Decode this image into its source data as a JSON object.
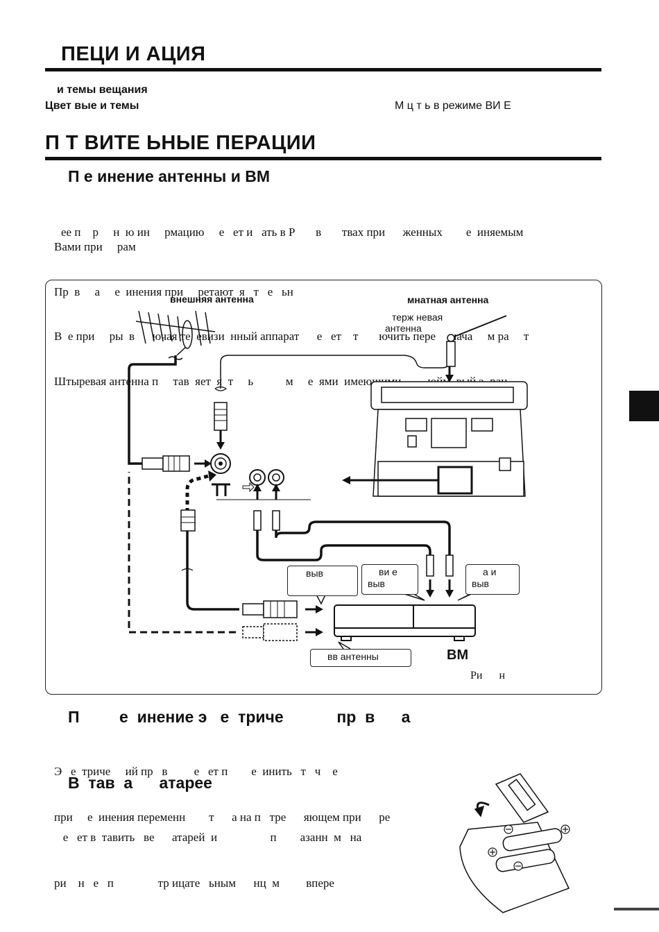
{
  "spec": {
    "title": "ПЕЦИ   И  АЦИЯ",
    "systems_label": "и  темы вещания",
    "color_systems_label": "Цвет  вые   и  темы",
    "mono_note": "М  ц   т     ь     в режиме ВИ   Е"
  },
  "prep": {
    "title": "П           Т   ВИТЕ   ЬНЫЕ     ПЕРАЦИИ",
    "antenna_title": "П         е  инение антенны и ВМ",
    "paragraphs": [
      "ее п    р     н  ю ин     рмацию     е   ет и   ать в Р       в       твах при      женных        е  иняемым",
      "Вами при     рам",
      "Пр  в     а     е  инения при     ретают  я   т   е   ьн",
      "В  е при     ры  в      ючая те  евизи  нный аппарат      е   ет    т       ючить пере     нача     м ра     т",
      "Штыревая антенна п     тав  яет  я  т     ь           м     е  ями  имеющими         юйм  вый э  ран"
    ]
  },
  "diagram": {
    "external_antenna": "внешняя антенна",
    "indoor_antenna": "мнатная антенна",
    "rod_antenna_line1": "терж  невая",
    "rod_antenna_line2": "антенна",
    "output_box": "выв",
    "video_box_line1": "ви  е",
    "video_box_line2": "выв",
    "audio_box_line1": "а     и",
    "audio_box_line2": "выв",
    "antenna_input_box": "вв        антенны",
    "vcr_label": "ВМ",
    "figure_label": "Ри      н"
  },
  "power": {
    "title": "П         е  инение э   е  триче            пр  в      а",
    "lines": [
      "Э   е  триче     ий пр   в         е   ет п        е  инить   т   ч    е",
      "при     е  инения переменн        т      а на п   тре      яющем при      ре"
    ]
  },
  "battery": {
    "title": "В  тав  а      атарее",
    "lines": [
      "   е   ет в  тавить   ве      атарей  и                  п        азанн  м   на",
      "ри    н   е   п               тр ицате   ьным      нц  м         впере"
    ]
  }
}
